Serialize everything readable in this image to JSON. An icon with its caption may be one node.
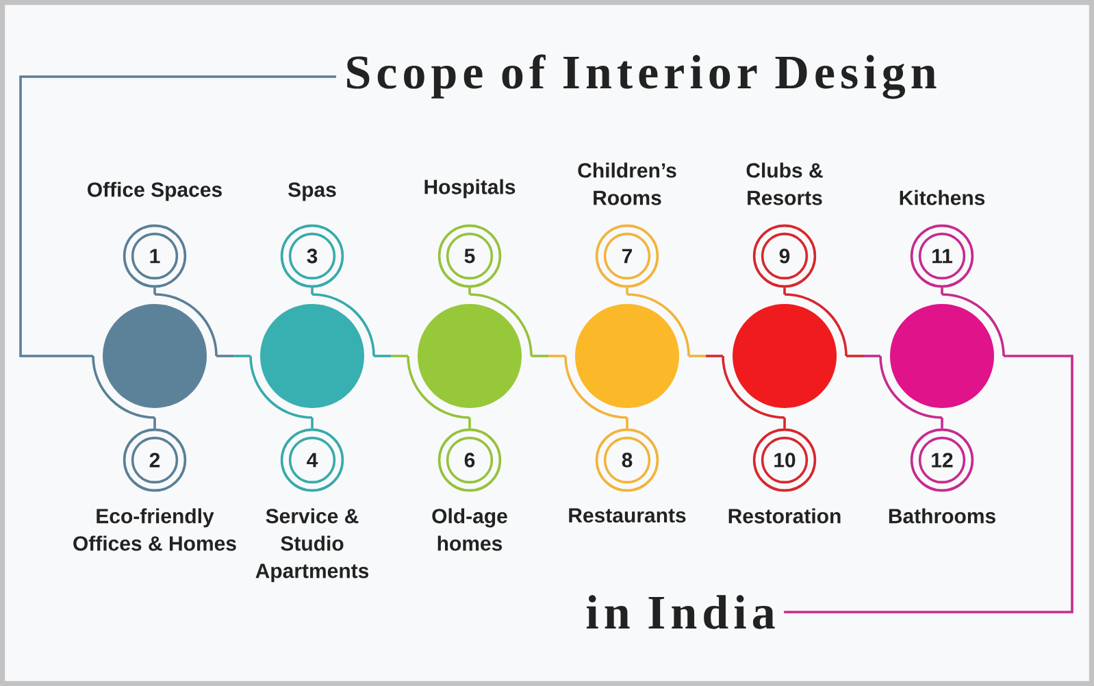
{
  "diagram": {
    "nodes": [
      {
        "text": [
          "Scope of Interior Design"
        ]
      },
      {
        "text": [
          "1"
        ],
        "beside": [
          "Office Spaces"
        ]
      },
      {
        "text": [],
        "shape": "circle"
      },
      {
        "text": [
          "2"
        ],
        "beside": [
          "Eco-friendly Offices & Homes"
        ]
      },
      {
        "text": [
          "3"
        ],
        "beside": [
          "Spas"
        ]
      },
      {
        "text": [],
        "shape": "circle"
      },
      {
        "text": [
          "4"
        ],
        "beside": [
          "Service & Studio Apartments"
        ]
      },
      {
        "text": [
          "5"
        ],
        "beside": [
          "Hospitals"
        ]
      },
      {
        "text": [],
        "shape": "circle"
      },
      {
        "text": [
          "6"
        ],
        "beside": [
          "Old-age homes"
        ]
      },
      {
        "text": [
          "7"
        ],
        "beside": [
          "Children’s Rooms"
        ]
      },
      {
        "text": [],
        "shape": "circle"
      },
      {
        "text": [
          "8"
        ],
        "beside": [
          "Restaurants"
        ]
      },
      {
        "text": [
          "9"
        ],
        "beside": [
          "Clubs & Resorts"
        ]
      },
      {
        "text": [],
        "shape": "circle"
      },
      {
        "text": [
          "10"
        ],
        "beside": [
          "Restoration"
        ]
      },
      {
        "text": [
          "11"
        ],
        "beside": [
          "Kitchens"
        ]
      },
      {
        "text": [],
        "shape": "circle"
      },
      {
        "text": [
          "12"
        ],
        "beside": [
          "Bathrooms"
        ]
      },
      {
        "text": [
          "in India"
        ]
      }
    ],
    "edges": [
      {
        "from": 0,
        "to": 2,
        "arrow": "none",
        "color": "#5a7f97"
      },
      {
        "from": 1,
        "to": 2,
        "arrow": "none",
        "color": "#5a7f97"
      },
      {
        "from": 2,
        "to": 3,
        "arrow": "none",
        "color": "#5a7f97"
      },
      {
        "from": 2,
        "to": 5,
        "arrow": "none",
        "color": "#5a7f97"
      },
      {
        "from": 4,
        "to": 5,
        "arrow": "none",
        "color": "#36aaab"
      },
      {
        "from": 5,
        "to": 6,
        "arrow": "none",
        "color": "#36aaab"
      },
      {
        "from": 5,
        "to": 8,
        "arrow": "none",
        "color": "#36aaab"
      },
      {
        "from": 7,
        "to": 8,
        "arrow": "none",
        "color": "#94c23c"
      },
      {
        "from": 8,
        "to": 9,
        "arrow": "none",
        "color": "#94c23c"
      },
      {
        "from": 8,
        "to": 11,
        "arrow": "none",
        "color": "#94c23c"
      },
      {
        "from": 10,
        "to": 11,
        "arrow": "none",
        "color": "#f2b33a"
      },
      {
        "from": 11,
        "to": 12,
        "arrow": "none",
        "color": "#f2b33a"
      },
      {
        "from": 11,
        "to": 14,
        "arrow": "none",
        "color": "#f2b33a"
      },
      {
        "from": 13,
        "to": 14,
        "arrow": "none",
        "color": "#d8262d"
      },
      {
        "from": 14,
        "to": 15,
        "arrow": "none",
        "color": "#d8262d"
      },
      {
        "from": 14,
        "to": 17,
        "arrow": "none",
        "color": "#d8262d"
      },
      {
        "from": 16,
        "to": 17,
        "arrow": "none",
        "color": "#c62a8f"
      },
      {
        "from": 17,
        "to": 18,
        "arrow": "none",
        "color": "#c62a8f"
      },
      {
        "from": 17,
        "to": 19,
        "arrow": "none",
        "color": "#c62a8f"
      }
    ]
  }
}
